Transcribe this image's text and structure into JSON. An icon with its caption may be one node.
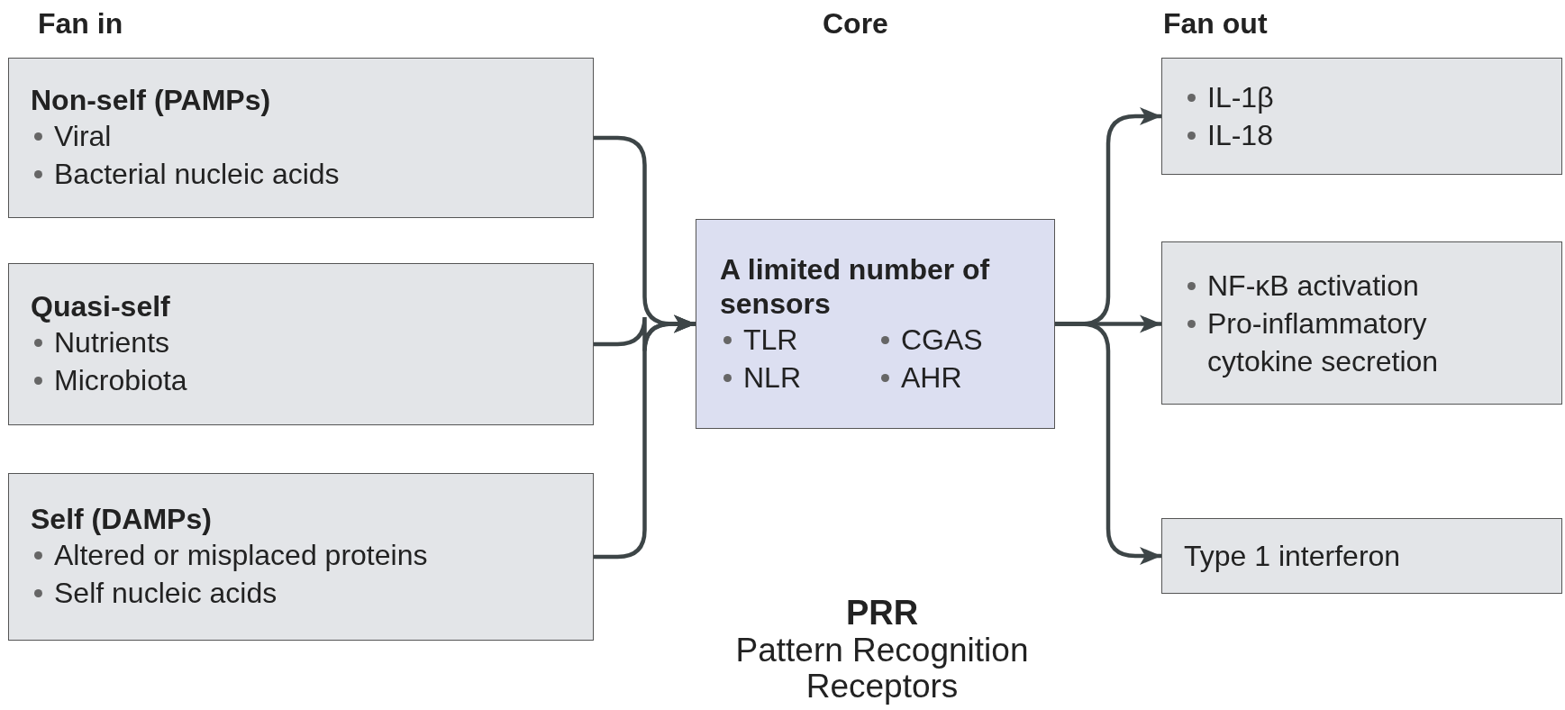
{
  "diagram": {
    "nodes": [
      {
        "text": [
          "Non-self (PAMPs)",
          "Viral",
          "Bacterial nucleic acids"
        ]
      },
      {
        "text": [
          "Quasi-self",
          "Nutrients",
          "Microbiota"
        ]
      },
      {
        "text": [
          "Self (DAMPs)",
          "Altered or misplaced proteins",
          "Self nucleic acids"
        ]
      },
      {
        "text": [
          "A limited number of sensors",
          "TLR",
          "CGAS",
          "NLR",
          "AHR"
        ]
      },
      {
        "text": [
          "IL-1β",
          "IL-18"
        ]
      },
      {
        "text": [
          "NF-κB activation",
          "Pro-inflammatory cytokine secretion"
        ]
      },
      {
        "text": [
          "Type 1 interferon"
        ]
      }
    ],
    "edges": [
      {
        "from": 0,
        "to": 3,
        "arrow": "to"
      },
      {
        "from": 1,
        "to": 3,
        "arrow": "to"
      },
      {
        "from": 2,
        "to": 3,
        "arrow": "to"
      },
      {
        "from": 3,
        "to": 4,
        "arrow": "to"
      },
      {
        "from": 3,
        "to": 5,
        "arrow": "to"
      },
      {
        "from": 3,
        "to": 6,
        "arrow": "to"
      }
    ],
    "labels": [
      "Fan in",
      "Core",
      "Fan out",
      "PRR",
      "Pattern Recognition Receptors"
    ]
  }
}
